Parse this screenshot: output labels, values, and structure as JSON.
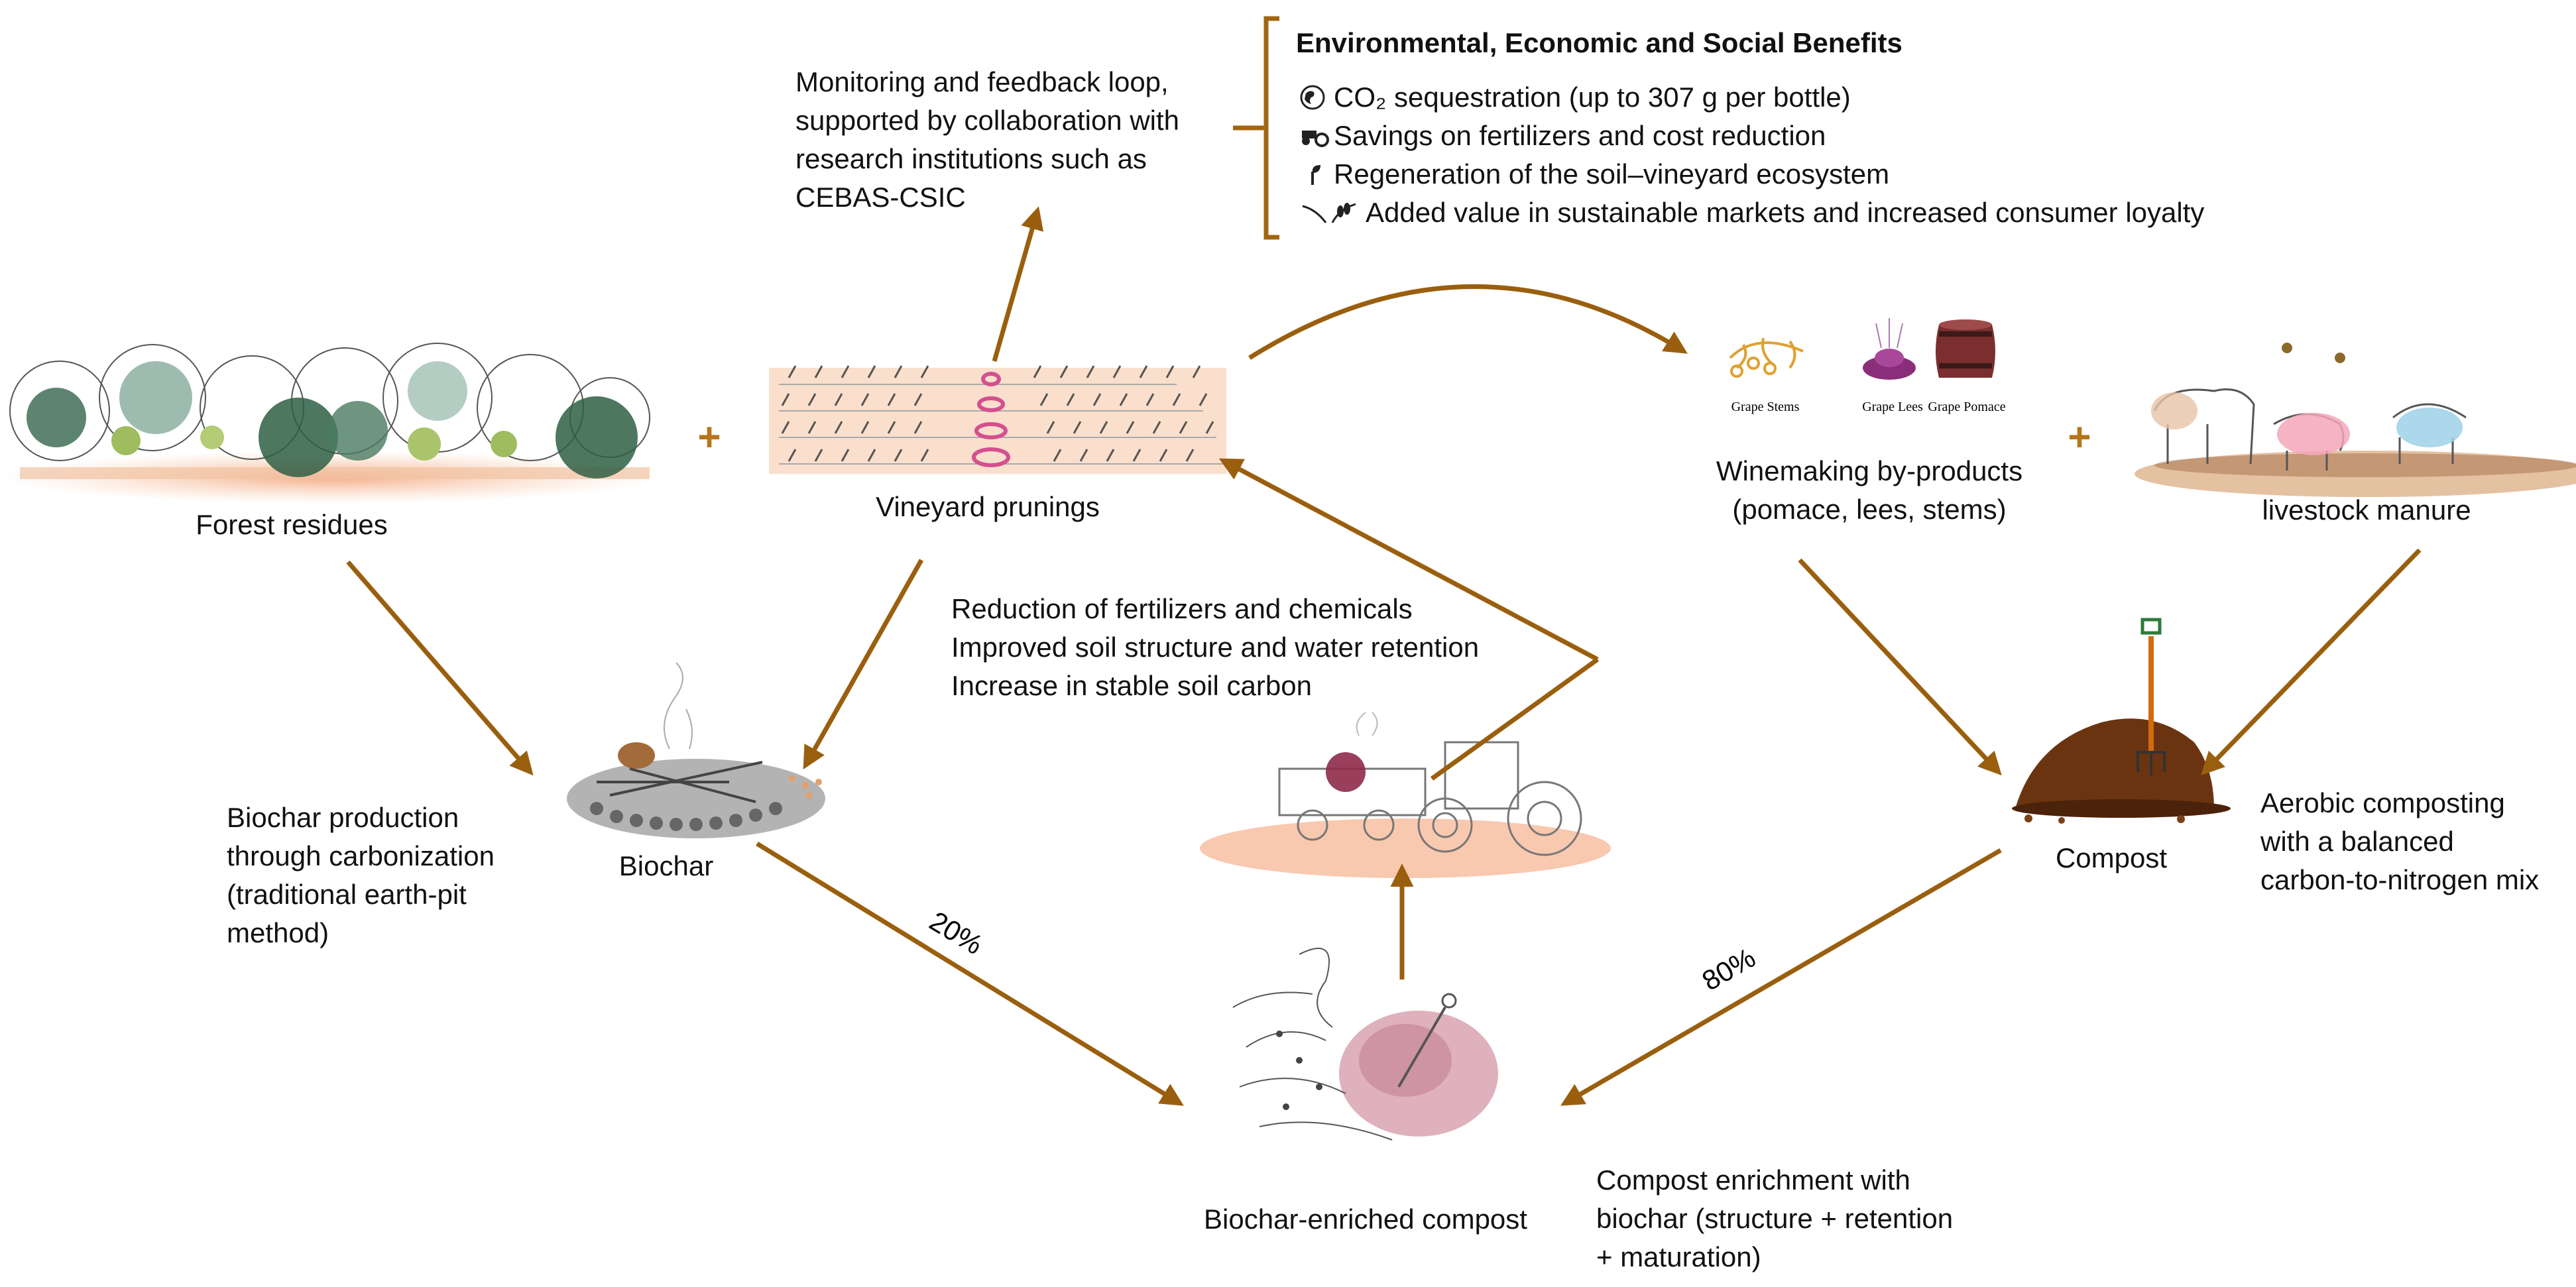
{
  "benefits": {
    "title": "Environmental, Economic and Social Benefits",
    "items": [
      {
        "icon": "globe-icon",
        "text": "CO₂ sequestration (up to 307 g per bottle)"
      },
      {
        "icon": "tractor-icon",
        "text": "Savings on fertilizers and cost reduction"
      },
      {
        "icon": "sprout-icon",
        "text": "Regeneration of the soil–vineyard ecosystem"
      },
      {
        "icon": "wheat-icon",
        "text": "Added value in sustainable markets and increased consumer loyalty"
      }
    ]
  },
  "monitoring": {
    "lines": [
      "Monitoring and feedback loop,",
      "supported by collaboration with",
      "research institutions such as",
      "CEBAS-CSIC"
    ]
  },
  "nodes": {
    "forest_residues": "Forest residues",
    "vineyard_prunings": "Vineyard prunings",
    "winemaking_byproducts": [
      "Winemaking by-products",
      "(pomace, lees, stems)"
    ],
    "livestock_manure": "livestock manure",
    "biochar": "Biochar",
    "compost": "Compost",
    "biochar_enriched_compost": "Biochar-enriched compost"
  },
  "byproduct_labels": [
    "Grape Stems",
    "Grape Lees",
    "Grape Pomace"
  ],
  "plus_sign": "+",
  "soil_benefits": {
    "lines": [
      "Reduction of fertilizers and chemicals",
      "Improved soil structure and water retention",
      "Increase in stable soil carbon"
    ]
  },
  "biochar_production": {
    "lines": [
      "Biochar production",
      "through carbonization",
      "(traditional earth-pit",
      "method)"
    ]
  },
  "aerobic_composting": {
    "lines": [
      "Aerobic composting",
      "with a balanced",
      "carbon-to-nitrogen mix"
    ]
  },
  "enrichment": {
    "lines": [
      "Compost enrichment with",
      "biochar (structure + retention",
      "+ maturation)"
    ]
  },
  "ratios": {
    "biochar_share": "20%",
    "compost_share": "80%"
  },
  "colors": {
    "arrow": "#9a5f0e",
    "bracket": "#a36512",
    "plus": "#b5761a",
    "pink": "#d4508e",
    "soil": "#f2b48e"
  }
}
